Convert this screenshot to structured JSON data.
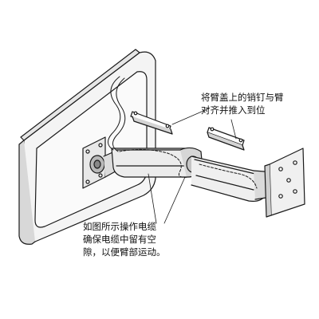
{
  "annotations": {
    "pin_alignment": {
      "lines": [
        "将臂盖上的销钉与臂",
        "对齐并推入到位"
      ]
    },
    "cable_slack": {
      "lines": [
        "如图所示操作电缆",
        "确保电缆中留有空",
        "隙，以便臂部运动。"
      ]
    }
  },
  "colors": {
    "line": "#1a1a1a",
    "fill_light": "#f2f2f2",
    "fill_mid": "#d9d9d9",
    "fill_dark": "#b0b0b0",
    "background": "#ffffff"
  }
}
